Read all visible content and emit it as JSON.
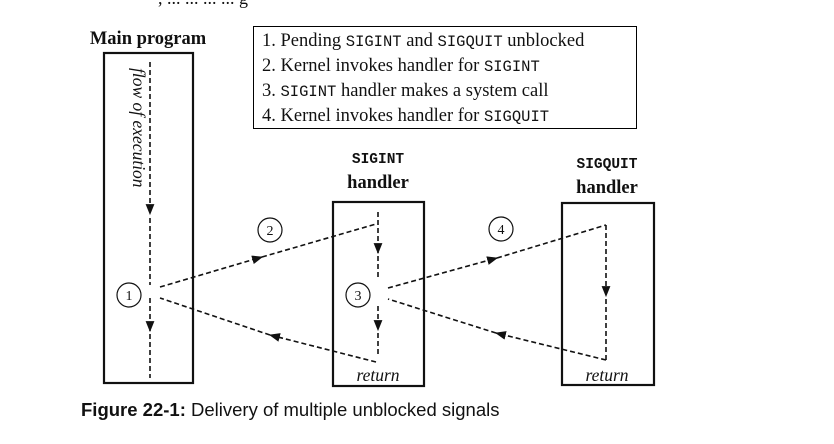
{
  "top_fragment": ", ... ... ... ... g",
  "main_program": {
    "title": "Main program",
    "flow_label": "flow of execution"
  },
  "sigint_handler": {
    "title_code": "SIGINT",
    "title_word": "handler",
    "return_label": "return"
  },
  "sigquit_handler": {
    "title_code": "SIGQUIT",
    "title_word": "handler",
    "return_label": "return"
  },
  "legend": {
    "items": [
      {
        "parts": [
          {
            "t": "1. Pending ",
            "m": false
          },
          {
            "t": "SIGINT",
            "m": true
          },
          {
            "t": " and ",
            "m": false
          },
          {
            "t": "SIGQUIT",
            "m": true
          },
          {
            "t": " unblocked",
            "m": false
          }
        ]
      },
      {
        "parts": [
          {
            "t": "2. Kernel invokes handler for ",
            "m": false
          },
          {
            "t": "SIGINT",
            "m": true
          }
        ]
      },
      {
        "parts": [
          {
            "t": "3. ",
            "m": false
          },
          {
            "t": "SIGINT",
            "m": true
          },
          {
            "t": " handler makes a system call",
            "m": false
          }
        ]
      },
      {
        "parts": [
          {
            "t": "4. Kernel invokes handler for ",
            "m": false
          },
          {
            "t": "SIGQUIT",
            "m": true
          }
        ]
      }
    ]
  },
  "steps": [
    "1",
    "2",
    "3",
    "4"
  ],
  "caption": {
    "label": "Figure 22-1:",
    "text": " Delivery of multiple unblocked signals"
  },
  "colors": {
    "ink": "#111111",
    "background": "#ffffff"
  }
}
